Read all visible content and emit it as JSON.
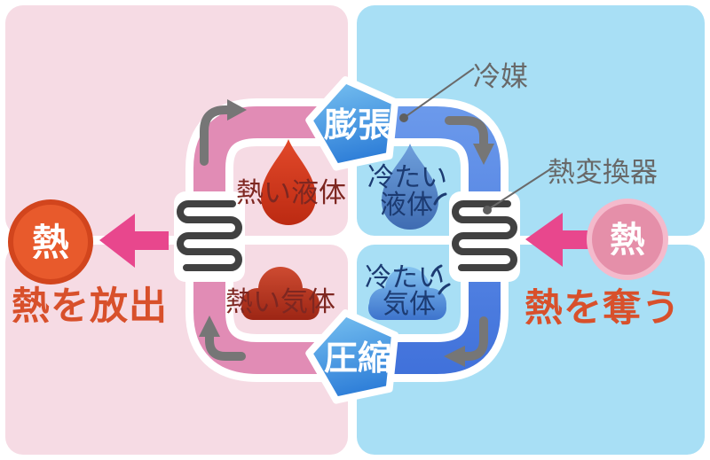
{
  "left_panel": {
    "caption": "熱を放出",
    "heat_label": "熱"
  },
  "right_panel": {
    "caption": "熱を奪う",
    "heat_label": "熱"
  },
  "cycle": {
    "refrigerant_label": "冷媒",
    "heat_exchanger_label": "熱変換器",
    "expansion_label": "膨張",
    "compression_label": "圧縮",
    "hot_liquid_label": "熱い液体",
    "hot_gas_label": "熱い気体",
    "cold_liquid_label_line1": "冷たい",
    "cold_liquid_label_line2": "液体",
    "cold_gas_label_line1": "冷たい",
    "cold_gas_label_line2": "気体"
  },
  "colors": {
    "left_panel_bg": "#F6DBE4",
    "right_panel_bg": "#A8DFF5",
    "hot_pipe": "#E18CB5",
    "cold_pipe_top": "#6D9BEC",
    "cold_pipe_bottom": "#3F70DA",
    "pentagon_light": "#7CC5F2",
    "pentagon_dark": "#2E7ED8",
    "heat_arrow": "#E8478D",
    "heat_out_circle_fill": "#E85A2C",
    "heat_out_circle_border": "#D2451D",
    "heat_in_circle_fill": "#E58FA9",
    "heat_in_circle_border": "#F4BACC",
    "caption_text": "#D8502B",
    "hot_text": "#7E2721",
    "cold_text": "#1C3B72",
    "annotation_text": "#686868",
    "flow_arrow": "#767676",
    "coil": "#414141",
    "hot_drop_top": "#E2492A",
    "hot_drop_bottom": "#BC2A12",
    "cold_drop_top": "#6FA0DC",
    "cold_drop_bottom": "#3F6CB2",
    "hot_cloud_top": "#CE4B31",
    "hot_cloud_bottom": "#9C2514",
    "cold_cloud_top": "#85C4F0",
    "cold_cloud_bottom": "#3C72CC"
  }
}
